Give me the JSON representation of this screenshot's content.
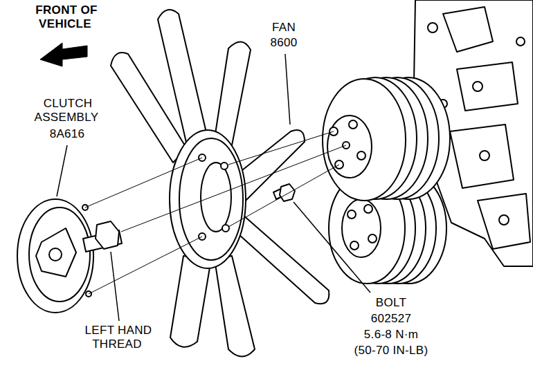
{
  "diagram": {
    "labels": [
      "FRONT OF VEHICLE",
      "CLUTCH ASSEMBLY",
      "8A616",
      "FAN",
      "8600",
      "LEFT HAND THREAD",
      "BOLT",
      "602527",
      "5.6-8 N·m",
      "(50-70 IN-LB)"
    ]
  }
}
